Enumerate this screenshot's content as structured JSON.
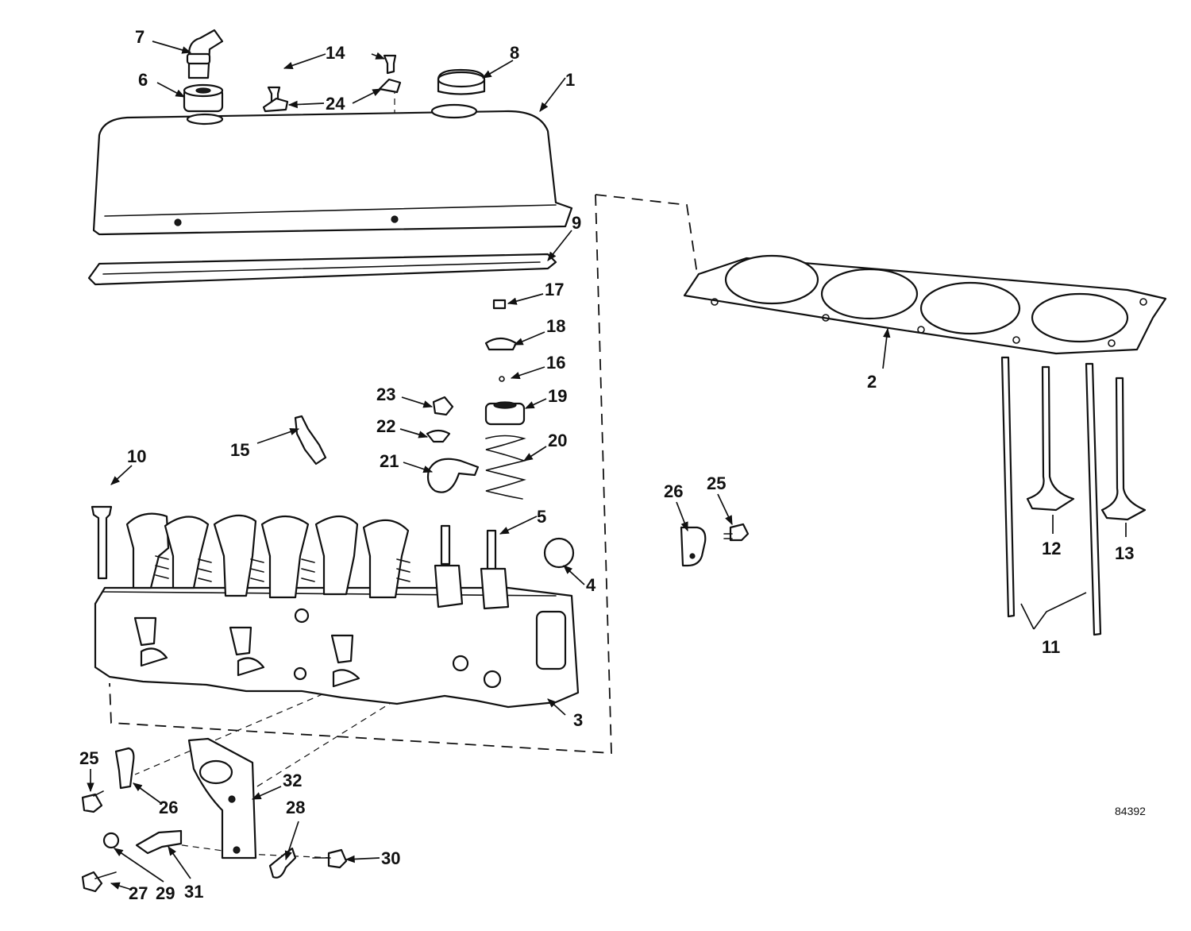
{
  "callouts": {
    "c1": "1",
    "c2": "2",
    "c3": "3",
    "c4": "4",
    "c5": "5",
    "c6": "6",
    "c7": "7",
    "c8": "8",
    "c9": "9",
    "c10": "10",
    "c11": "11",
    "c12": "12",
    "c13": "13",
    "c14": "14",
    "c15": "15",
    "c16": "16",
    "c17": "17",
    "c18": "18",
    "c19": "19",
    "c20": "20",
    "c21": "21",
    "c22": "22",
    "c23": "23",
    "c24": "24",
    "c25a": "25",
    "c25b": "25",
    "c26a": "26",
    "c26b": "26",
    "c27": "27",
    "c28": "28",
    "c29": "29",
    "c30": "30",
    "c31": "31",
    "c32": "32"
  },
  "figure_number": "84392"
}
